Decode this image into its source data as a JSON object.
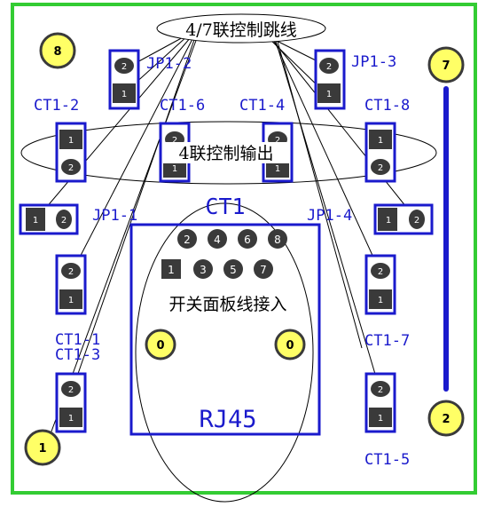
{
  "colors": {
    "border": "#33cc33",
    "blue": "#1a1acc",
    "pad_dark": "#3a3a3a",
    "pad_yellow": "#ffff66",
    "annotation": "#000000"
  },
  "annotations": {
    "jumper_link": "4/7联控制跳线",
    "output_link": "4联控制输出",
    "panel_input": "开关面板线接入"
  },
  "labels": {
    "jp1_2": "JP1-2",
    "jp1_3": "JP1-3",
    "jp1_1": "JP1-1",
    "jp1_4": "JP1-4",
    "ct1_2": "CT1-2",
    "ct1_6": "CT1-6",
    "ct1_4": "CT1-4",
    "ct1_8": "CT1-8",
    "ct1_1": "CT1-1",
    "ct1_3": "CT1-3",
    "ct1_7": "CT1-7",
    "ct1_5": "CT1-5",
    "ct1": "CT1",
    "rj45": "RJ45"
  },
  "rj45_pins": {
    "top": [
      "2",
      "4",
      "6",
      "8"
    ],
    "bottom": [
      "1",
      "3",
      "5",
      "7"
    ]
  },
  "mount_pads": {
    "tl": "8",
    "tr": "7",
    "bl": "1",
    "br": "2",
    "c1": "0",
    "c2": "0"
  },
  "pin_labels": {
    "one": "1",
    "two": "2"
  }
}
